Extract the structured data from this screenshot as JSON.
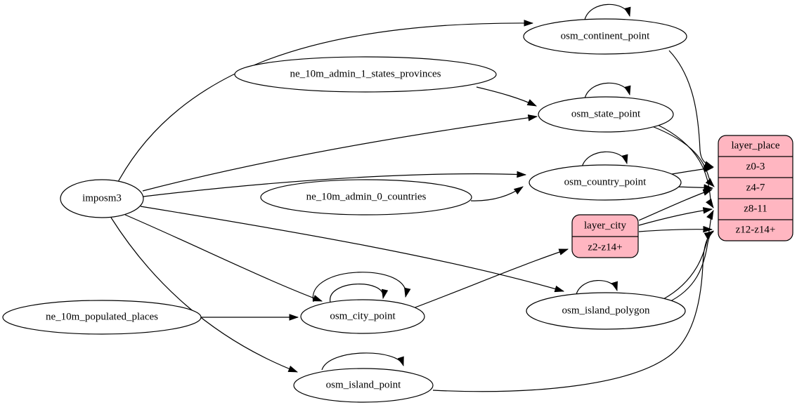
{
  "diagram": {
    "kind": "etl-graph",
    "background_color": "#ffffff",
    "edge_color": "#000000",
    "table_fill_color": "#ffb6c1",
    "ellipse_fill_color": "#ffffff",
    "ellipse_nodes": [
      {
        "id": "imposm3",
        "label": "imposm3"
      },
      {
        "id": "ne_10m_admin_1_states_provinces",
        "label": "ne_10m_admin_1_states_provinces"
      },
      {
        "id": "ne_10m_admin_0_countries",
        "label": "ne_10m_admin_0_countries"
      },
      {
        "id": "ne_10m_populated_places",
        "label": "ne_10m_populated_places"
      },
      {
        "id": "osm_continent_point",
        "label": "osm_continent_point"
      },
      {
        "id": "osm_state_point",
        "label": "osm_state_point"
      },
      {
        "id": "osm_country_point",
        "label": "osm_country_point"
      },
      {
        "id": "osm_city_point",
        "label": "osm_city_point"
      },
      {
        "id": "osm_island_polygon",
        "label": "osm_island_polygon"
      },
      {
        "id": "osm_island_point",
        "label": "osm_island_point"
      }
    ],
    "record_nodes": [
      {
        "id": "layer_city",
        "title": "layer_city",
        "rows": [
          "z2-z14+"
        ]
      },
      {
        "id": "layer_place",
        "title": "layer_place",
        "rows": [
          "z0-3",
          "z4-7",
          "z8-11",
          "z12-z14+"
        ]
      }
    ],
    "edges": [
      {
        "from": "imposm3",
        "to": "osm_continent_point"
      },
      {
        "from": "imposm3",
        "to": "osm_state_point"
      },
      {
        "from": "imposm3",
        "to": "osm_country_point"
      },
      {
        "from": "imposm3",
        "to": "osm_city_point"
      },
      {
        "from": "imposm3",
        "to": "osm_island_polygon"
      },
      {
        "from": "imposm3",
        "to": "osm_island_point"
      },
      {
        "from": "ne_10m_admin_1_states_provinces",
        "to": "osm_state_point"
      },
      {
        "from": "ne_10m_admin_0_countries",
        "to": "osm_country_point"
      },
      {
        "from": "ne_10m_populated_places",
        "to": "osm_city_point"
      },
      {
        "from": "osm_continent_point",
        "to": "osm_continent_point"
      },
      {
        "from": "osm_state_point",
        "to": "osm_state_point"
      },
      {
        "from": "osm_country_point",
        "to": "osm_country_point"
      },
      {
        "from": "osm_city_point",
        "to": "osm_city_point"
      },
      {
        "from": "osm_city_point",
        "to": "osm_city_point"
      },
      {
        "from": "osm_island_polygon",
        "to": "osm_island_polygon"
      },
      {
        "from": "osm_island_point",
        "to": "osm_island_point"
      },
      {
        "from": "osm_city_point",
        "to": "layer_city:z2-z14+"
      },
      {
        "from": "osm_continent_point",
        "to": "layer_place:z0-3"
      },
      {
        "from": "osm_country_point",
        "to": "layer_place:z0-3"
      },
      {
        "from": "osm_country_point",
        "to": "layer_place:z4-7"
      },
      {
        "from": "osm_state_point",
        "to": "layer_place:z4-7"
      },
      {
        "from": "osm_state_point",
        "to": "layer_place:z8-11"
      },
      {
        "from": "layer_city:z2-z14+",
        "to": "layer_place:z4-7"
      },
      {
        "from": "layer_city:z2-z14+",
        "to": "layer_place:z8-11"
      },
      {
        "from": "layer_city:z2-z14+",
        "to": "layer_place:z12-z14+"
      },
      {
        "from": "osm_island_polygon",
        "to": "layer_place:z8-11"
      },
      {
        "from": "osm_island_polygon",
        "to": "layer_place:z12-z14+"
      },
      {
        "from": "osm_island_point",
        "to": "layer_place:z12-z14+"
      }
    ]
  }
}
